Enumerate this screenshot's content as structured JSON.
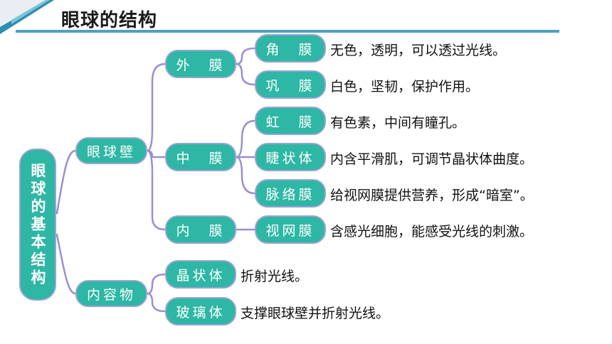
{
  "page": {
    "title": "眼球的结构"
  },
  "colors": {
    "node_fill": "#2db7a4",
    "node_border": "#9aa3d6",
    "connector": "#9a8fd0",
    "title_rule": "#4f9fc7"
  },
  "tree": {
    "root": "眼球的基本结构",
    "groups": {
      "wall": {
        "label": "眼球壁",
        "layers": {
          "outer": {
            "label": "外　膜",
            "parts": {
              "cornea": {
                "label": "角　膜",
                "desc": "无色，透明，可以透过光线。"
              },
              "sclera": {
                "label": "巩　膜",
                "desc": "白色，坚韧，保护作用。"
              }
            }
          },
          "middle": {
            "label": "中　膜",
            "parts": {
              "iris": {
                "label": "虹　膜",
                "desc": "有色素，中间有瞳孔。"
              },
              "ciliary": {
                "label": "睫状体",
                "desc": "内含平滑肌，可调节晶状体曲度。"
              },
              "choroid": {
                "label": "脉络膜",
                "desc": "给视网膜提供营养，形成“暗室”。"
              }
            }
          },
          "inner": {
            "label": "内　膜",
            "parts": {
              "retina": {
                "label": "视网膜",
                "desc": "含感光细胞，能感受光线的刺激。"
              }
            }
          }
        }
      },
      "contents": {
        "label": "内容物",
        "parts": {
          "lens": {
            "label": "晶状体",
            "desc": "折射光线。"
          },
          "vitreous": {
            "label": "玻璃体",
            "desc": "支撑眼球壁并折射光线。"
          }
        }
      }
    }
  }
}
